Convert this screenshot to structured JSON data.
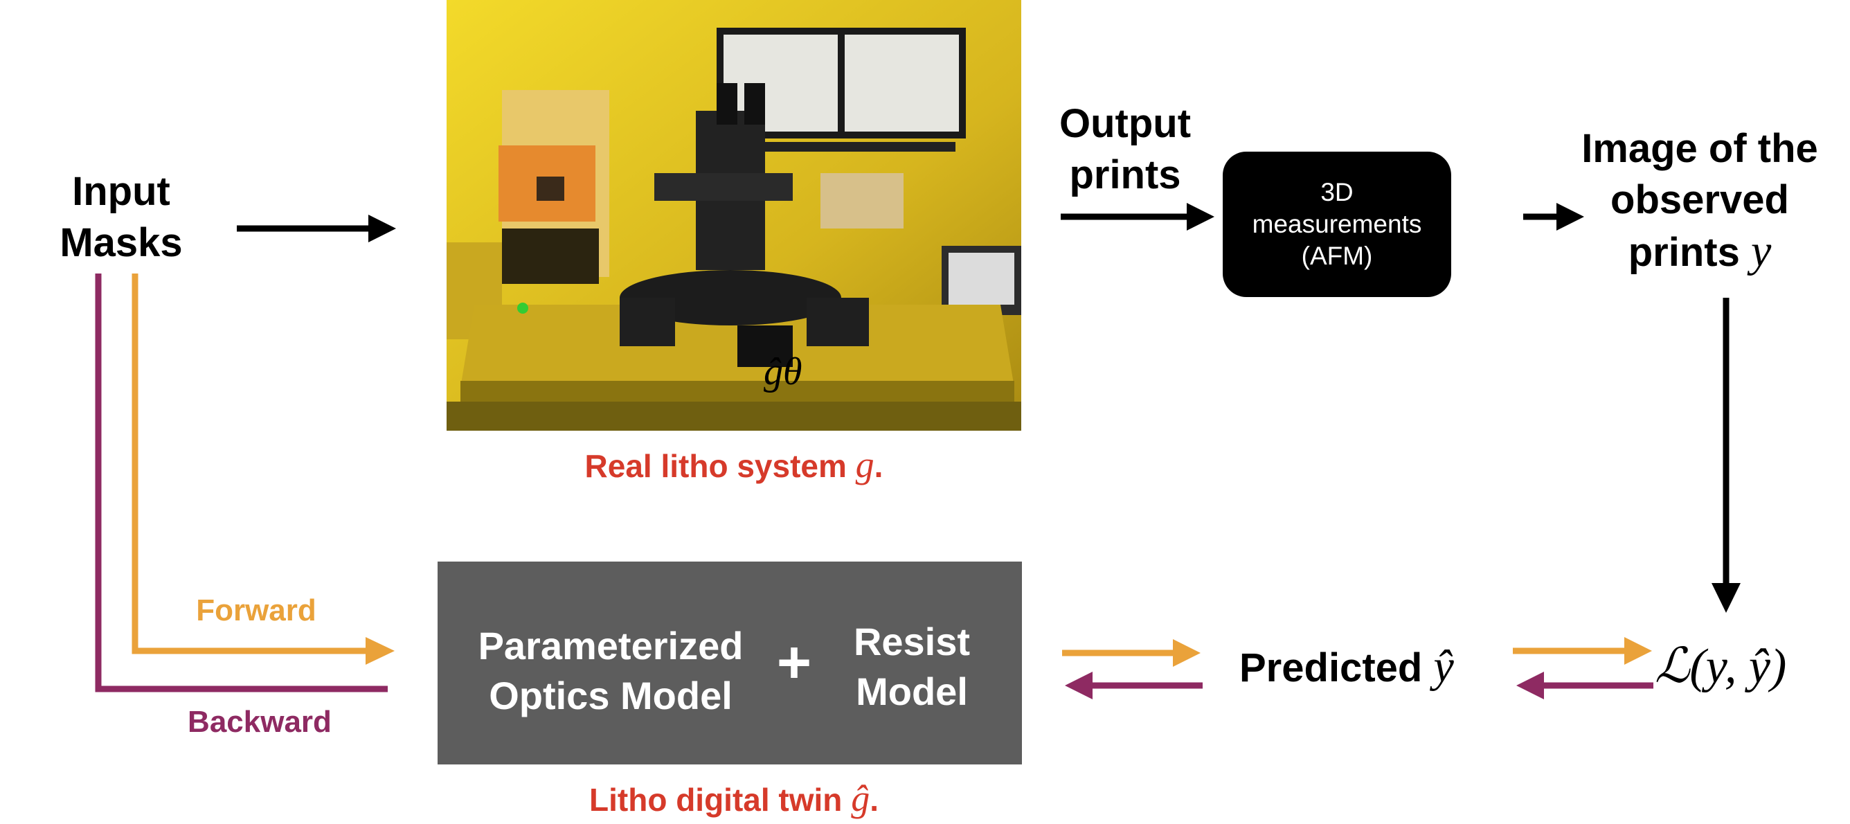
{
  "input": {
    "line1": "Input",
    "line2": "Masks"
  },
  "output_prints": {
    "line1": "Output",
    "line2": "prints"
  },
  "measurement": {
    "line1": "3D",
    "line2": "measurements",
    "line3": "(AFM)"
  },
  "observed": {
    "line1": "Image of the",
    "line2": "observed",
    "line3": "prints",
    "var": "y"
  },
  "real_system": {
    "caption": "Real litho system",
    "var": "g",
    "punct": ".",
    "photo_label": "ĝθ"
  },
  "digital_twin": {
    "optics_line1": "Parameterized",
    "optics_line2": "Optics Model",
    "plus": "+",
    "resist_line1": "Resist",
    "resist_line2": "Model",
    "caption": "Litho digital twin",
    "var": "ĝ",
    "punct": "."
  },
  "forward": {
    "label": "Forward",
    "color": "#eaa23a"
  },
  "backward": {
    "label": "Backward",
    "color": "#8e2a62"
  },
  "predicted": {
    "label": "Predicted",
    "var": "ŷ"
  },
  "loss": {
    "label": "ℒ(y, ŷ)"
  },
  "colors": {
    "caption": "#d63a2a",
    "twin_box": "#5d5d5d",
    "photo_yellow": "#d9b81e"
  }
}
